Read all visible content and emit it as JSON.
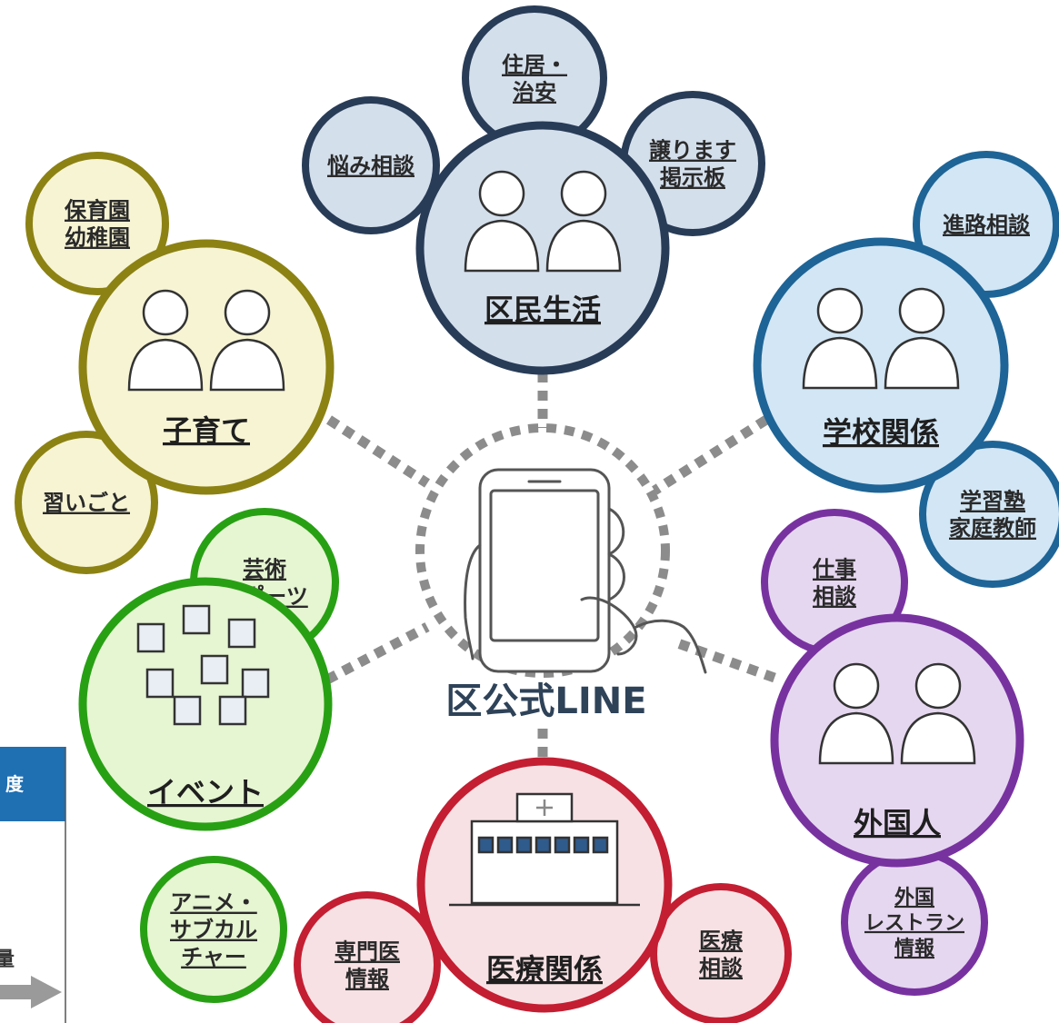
{
  "center": {
    "label": "区公式LINE",
    "color": "#2e4258"
  },
  "hubs": [
    {
      "id": "kumin",
      "label": "区民生活",
      "border": "#283c57",
      "fill": "#d4dfec",
      "satellites": [
        {
          "id": "jukyo",
          "lines": [
            "住居・",
            "治安"
          ]
        },
        {
          "id": "nayami",
          "lines": [
            "悩み相談"
          ]
        },
        {
          "id": "yuzuri",
          "lines": [
            "譲ります",
            "掲示板"
          ]
        }
      ]
    },
    {
      "id": "kosodate",
      "label": "子育て",
      "border": "#8c8214",
      "fill": "#f7f4d4",
      "satellites": [
        {
          "id": "hoikuen",
          "lines": [
            "保育園",
            "幼稚園"
          ]
        },
        {
          "id": "naraigoto",
          "lines": [
            "習いごと"
          ]
        }
      ]
    },
    {
      "id": "gakko",
      "label": "学校関係",
      "border": "#1e6496",
      "fill": "#d2e6f5",
      "satellites": [
        {
          "id": "shinro",
          "lines": [
            "進路相談"
          ]
        },
        {
          "id": "gakushu",
          "lines": [
            "学習塾",
            "家庭教師"
          ]
        }
      ]
    },
    {
      "id": "event",
      "label": "イベント",
      "border": "#28a014",
      "fill": "#e6f5d2",
      "satellites": [
        {
          "id": "geijutsu",
          "lines": [
            "芸術",
            "スポーツ"
          ]
        },
        {
          "id": "anime",
          "lines": [
            "アニメ・",
            "サブカル",
            "チャー"
          ]
        }
      ]
    },
    {
      "id": "iryo",
      "label": "医療関係",
      "border": "#c31e32",
      "fill": "#f8e1e4",
      "satellites": [
        {
          "id": "senmon",
          "lines": [
            "専門医",
            "情報"
          ]
        },
        {
          "id": "iryosodan",
          "lines": [
            "医療",
            "相談"
          ]
        }
      ]
    },
    {
      "id": "gaikoku",
      "label": "外国人",
      "border": "#7832a0",
      "fill": "#e6d7f0",
      "satellites": [
        {
          "id": "shigoto",
          "lines": [
            "仕事",
            "相談"
          ]
        },
        {
          "id": "restaurant",
          "lines": [
            "外国",
            "レストラン",
            "情報"
          ]
        }
      ]
    }
  ],
  "side_panel": {
    "header_text": "度",
    "header_color": "#1f6fb3",
    "snippet_text": "量"
  }
}
